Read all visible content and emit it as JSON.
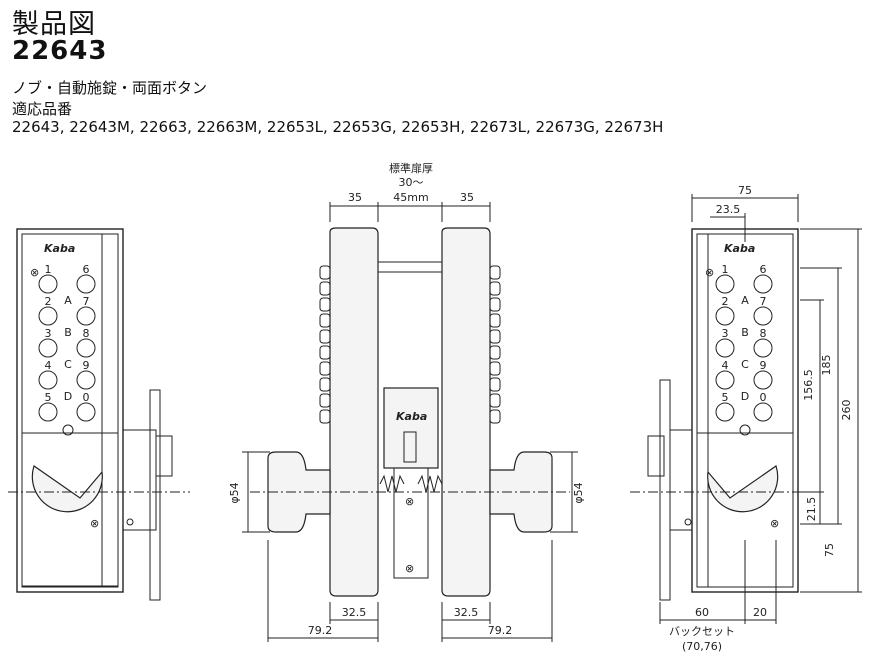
{
  "header": {
    "title": "製品図",
    "model": "22643",
    "description": "ノブ・自動施錠・両面ボタン",
    "applicable_label": "適応品番",
    "applicable_models": "22643, 22643M, 22663, 22663M, 22653L, 22653G, 22653H, 22673L, 22673G, 22673H"
  },
  "front_view": {
    "brand": "Kaba",
    "keypad": [
      [
        "1",
        "6"
      ],
      [
        "2",
        "7"
      ],
      [
        "3",
        "8"
      ],
      [
        "4",
        "9"
      ],
      [
        "5",
        "0"
      ]
    ],
    "letters": [
      "A",
      "B",
      "C",
      "D"
    ]
  },
  "side_view": {
    "door_label": "標準扉厚",
    "door_range": "30〜",
    "door_range2": "45mm",
    "dim_left": "35",
    "dim_right": "35",
    "knob_dia_left": "φ54",
    "knob_dia_right": "φ54",
    "proj_left_inner": "32.5",
    "proj_left_outer": "79.2",
    "proj_right_inner": "32.5",
    "proj_right_outer": "79.2",
    "brand": "Kaba"
  },
  "back_view": {
    "brand": "Kaba",
    "width": "75",
    "offset": "23.5",
    "height_total": "260",
    "height_upper": "185",
    "height_keys": "156.5",
    "height_small": "21.5",
    "height_lower": "75",
    "backset": "60",
    "edge": "20",
    "backset_label": "バックセット",
    "backset_options": "(70,76)"
  }
}
